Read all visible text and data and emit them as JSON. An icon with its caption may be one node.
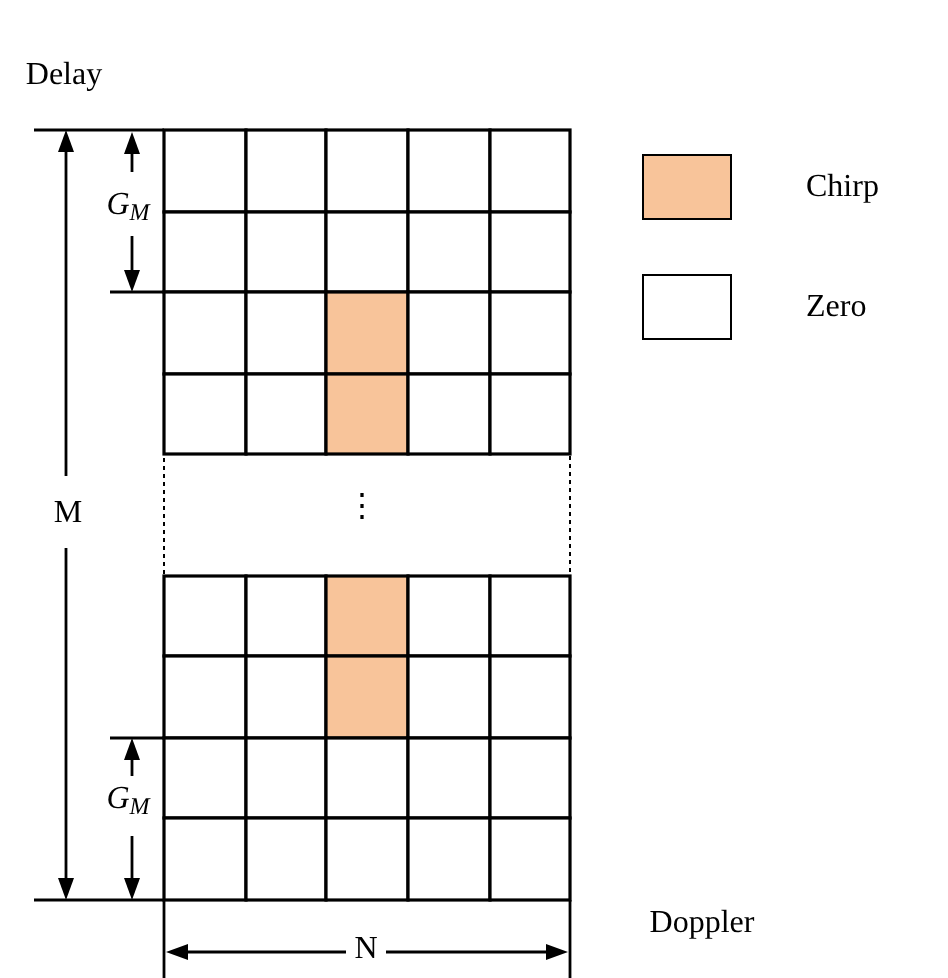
{
  "diagram": {
    "labels": [
      "Delay",
      "G$_{M}$",
      "M",
      "⋮",
      "G$_{M}$",
      "Doppler",
      "N"
    ],
    "legend": [
      {
        "text": "Chirp",
        "color": "#f8c49a"
      },
      {
        "text": "Zero",
        "color": "#ffffff"
      }
    ]
  }
}
